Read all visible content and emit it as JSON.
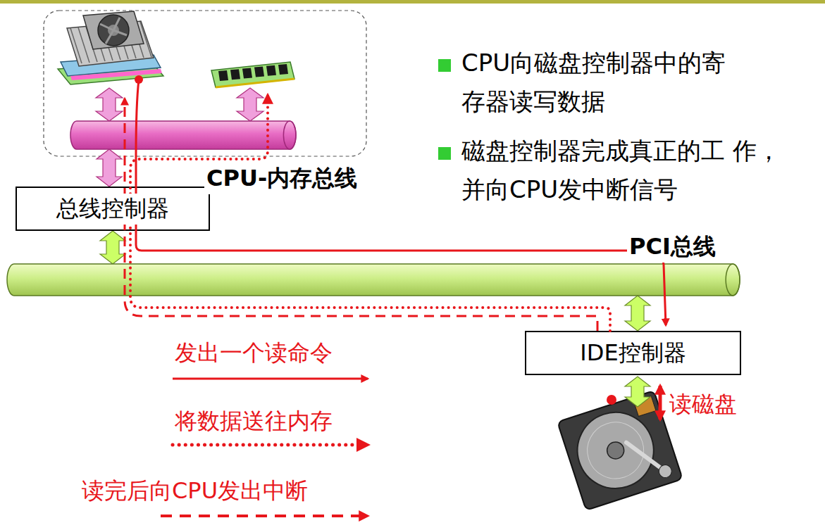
{
  "diagram": {
    "nodes": [
      {
        "text": [
          "CPU-内存总线"
        ]
      },
      {
        "text": [
          "总线控制器"
        ]
      },
      {
        "text": [
          "PCI总线"
        ]
      },
      {
        "text": [
          "IDE控制器"
        ]
      }
    ],
    "edges": [
      {
        "from": 0,
        "to": 1,
        "arrow": "both"
      },
      {
        "from": 1,
        "to": 2,
        "arrow": "both"
      },
      {
        "from": 2,
        "to": 3,
        "arrow": "both"
      }
    ],
    "labels": [
      "CPU向磁盘控制器中的寄 存器读写数据",
      "磁盘控制器完成真正的工 作，并向CPU发中断信号",
      "读磁盘"
    ],
    "legend": [
      {
        "text": "发出一个读命令"
      },
      {
        "text": "将数据送往内存"
      },
      {
        "text": "读完后向CPU发出中断"
      }
    ]
  }
}
